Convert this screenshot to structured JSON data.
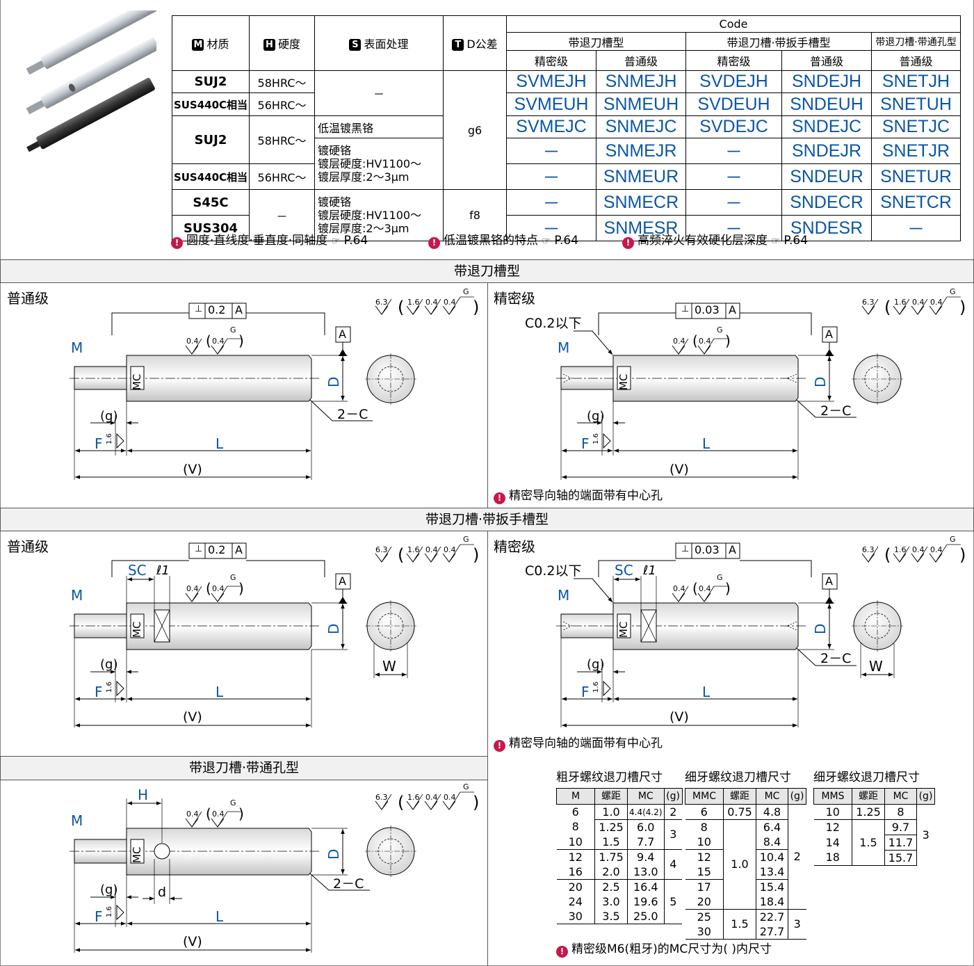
{
  "spec_table": {
    "headers": {
      "material": "材质",
      "hardness": "硬度",
      "surface": "表面处理",
      "tolerance": "D公差",
      "code": "Code",
      "badges": {
        "material": "M",
        "hardness": "H",
        "surface": "S",
        "tolerance": "T"
      },
      "groups": [
        "带退刀槽型",
        "带退刀槽·带扳手槽型",
        "带退刀槽·带通孔型"
      ],
      "grades": [
        "精密级",
        "普通级",
        "精密级",
        "普通级",
        "普通级"
      ]
    },
    "materials": [
      "SUJ2",
      "SUS440C相当",
      "SUJ2",
      "SUS440C相当",
      "S45C",
      "SUS304"
    ],
    "hardness": [
      "58HRC～",
      "56HRC～",
      "58HRC～",
      "56HRC～",
      "－"
    ],
    "surface": [
      "－",
      "低温镀黑铬",
      "镀硬铬",
      "镀层硬度:HV1100～",
      "镀层厚度:2～3μm",
      "镀硬铬",
      "镀层硬度:HV1100～",
      "镀层厚度:2～3μm"
    ],
    "tolerance": [
      "g6",
      "f8"
    ],
    "codes": [
      [
        "SVMEJH",
        "SNMEJH",
        "SVDEJH",
        "SNDEJH",
        "SNETJH"
      ],
      [
        "SVMEUH",
        "SNMEUH",
        "SVDEUH",
        "SNDEUH",
        "SNETUH"
      ],
      [
        "SVMEJC",
        "SNMEJC",
        "SVDEJC",
        "SNDEJC",
        "SNETJC"
      ],
      [
        "－",
        "SNMEJR",
        "－",
        "SNDEJR",
        "SNETJR"
      ],
      [
        "－",
        "SNMEUR",
        "－",
        "SNDEUR",
        "SNETUR"
      ],
      [
        "－",
        "SNMECR",
        "－",
        "SNDECR",
        "SNETCR"
      ],
      [
        "－",
        "SNMESR",
        "－",
        "SNDESR",
        "－"
      ]
    ]
  },
  "notes_top": [
    {
      "text": "圆度·直线度·垂直度·同轴度",
      "ref": "P.64"
    },
    {
      "text": "低温镀黑铬的特点",
      "ref": "P.64"
    },
    {
      "text": "高频淬火有效硬化层深度",
      "ref": "P.64"
    }
  ],
  "note_icon": "attention-icon",
  "ref_icon": "pointing-hand-icon",
  "sections": {
    "s1": "带退刀槽型",
    "s2": "带退刀槽·带扳手槽型",
    "s3": "带退刀槽·带通孔型"
  },
  "grade_labels": {
    "normal": "普通级",
    "precision": "精密级"
  },
  "precision_note": "精密导向轴的端面带有中心孔",
  "dims": {
    "M": "M",
    "MC": "MC",
    "D": "D",
    "L": "L",
    "V": "(V)",
    "F": "F",
    "g": "(g)",
    "A": "A",
    "perp1": "0.2",
    "perp2": "0.03",
    "c2": "2－C",
    "c02": "C0.2以下",
    "SC": "SC",
    "l1": "ℓ1",
    "W": "W",
    "H": "H",
    "d": "d",
    "r63": "6.3",
    "r16": "1.6",
    "r04": "0.4",
    "G": "G"
  },
  "coarse": {
    "title": "粗牙螺纹退刀槽尺寸",
    "headers": [
      "M",
      "螺距",
      "MC",
      "(g)"
    ],
    "rows": [
      [
        "6",
        "1.0",
        "4.4(4.2)"
      ],
      [
        "8",
        "1.25",
        "6.0"
      ],
      [
        "10",
        "1.5",
        "7.7"
      ],
      [
        "12",
        "1.75",
        "9.4"
      ],
      [
        "16",
        "2.0",
        "13.0"
      ],
      [
        "20",
        "2.5",
        "16.4"
      ],
      [
        "24",
        "3.0",
        "19.6"
      ],
      [
        "30",
        "3.5",
        "25.0"
      ]
    ],
    "g": [
      "2",
      "3",
      "4",
      "5"
    ]
  },
  "fine1": {
    "title": "细牙螺纹退刀槽尺寸",
    "headers": [
      "MMC",
      "螺距",
      "MC",
      "(g)"
    ],
    "m": [
      "6",
      "8",
      "10",
      "12",
      "15",
      "17",
      "20",
      "25",
      "30"
    ],
    "pitch": [
      "0.75",
      "1.0",
      "1.5"
    ],
    "mc": [
      "4.8",
      "6.4",
      "8.4",
      "10.4",
      "13.4",
      "15.4",
      "18.4",
      "22.7",
      "27.7"
    ],
    "g": [
      "2",
      "3"
    ]
  },
  "fine2": {
    "title": "细牙螺纹退刀槽尺寸",
    "headers": [
      "MMS",
      "螺距",
      "MC",
      "(g)"
    ],
    "m": [
      "10",
      "12",
      "14",
      "18"
    ],
    "pitch": [
      "1.25",
      "1.5"
    ],
    "mc": [
      "8",
      "9.7",
      "11.7",
      "15.7"
    ],
    "g": [
      "3"
    ]
  },
  "bottom_note": "精密级M6(粗牙)的MC尺寸为(   )内尺寸"
}
